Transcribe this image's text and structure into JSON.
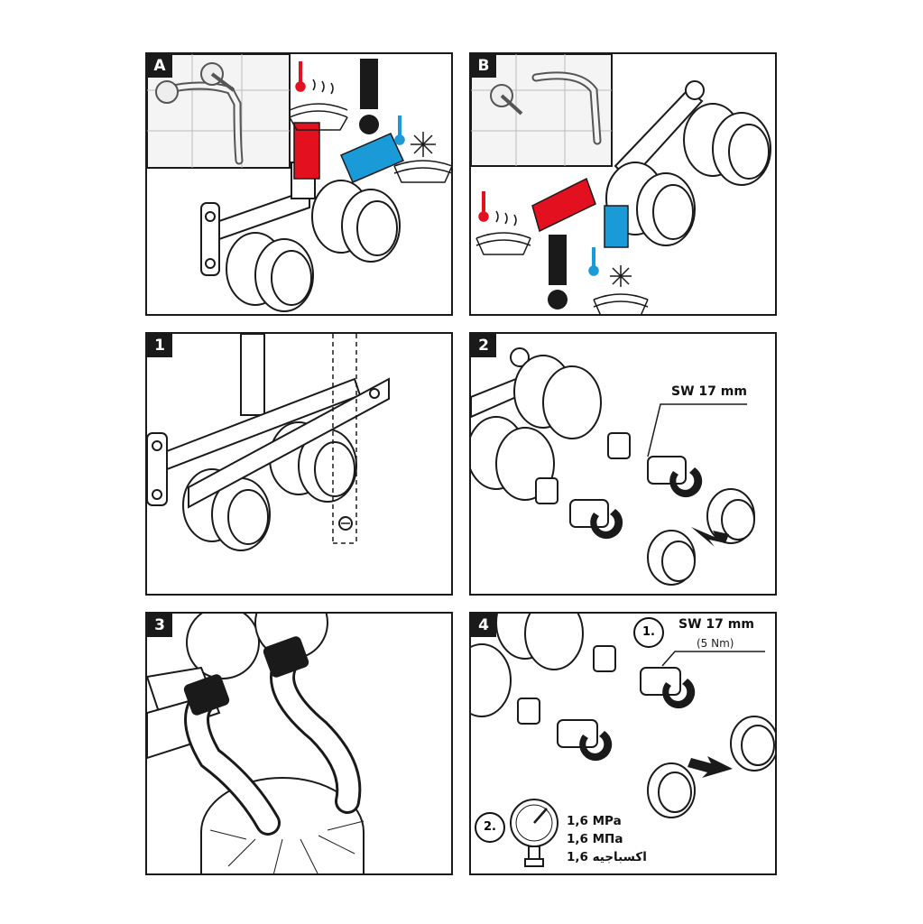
{
  "panels": {
    "a": {
      "label": "A"
    },
    "b": {
      "label": "B"
    },
    "s1": {
      "label": "1"
    },
    "s2": {
      "label": "2",
      "wrench": "SW 17 mm"
    },
    "s3": {
      "label": "3"
    },
    "s4": {
      "label": "4",
      "step1": "1.",
      "wrench": "SW 17 mm",
      "torque": "(5 Nm)",
      "step2": "2.",
      "pressure": [
        "1,6 MPa",
        "1,6 МПа",
        "1,6 اکسباجیه"
      ]
    }
  },
  "colors": {
    "hot": "#e3101f",
    "cold": "#1a9ad6",
    "ink": "#1a1a1a"
  },
  "icons": [
    "hot-water-icon",
    "cold-water-icon",
    "warning-icon",
    "wrench-icon",
    "pressure-gauge-icon",
    "arrow-icon"
  ]
}
